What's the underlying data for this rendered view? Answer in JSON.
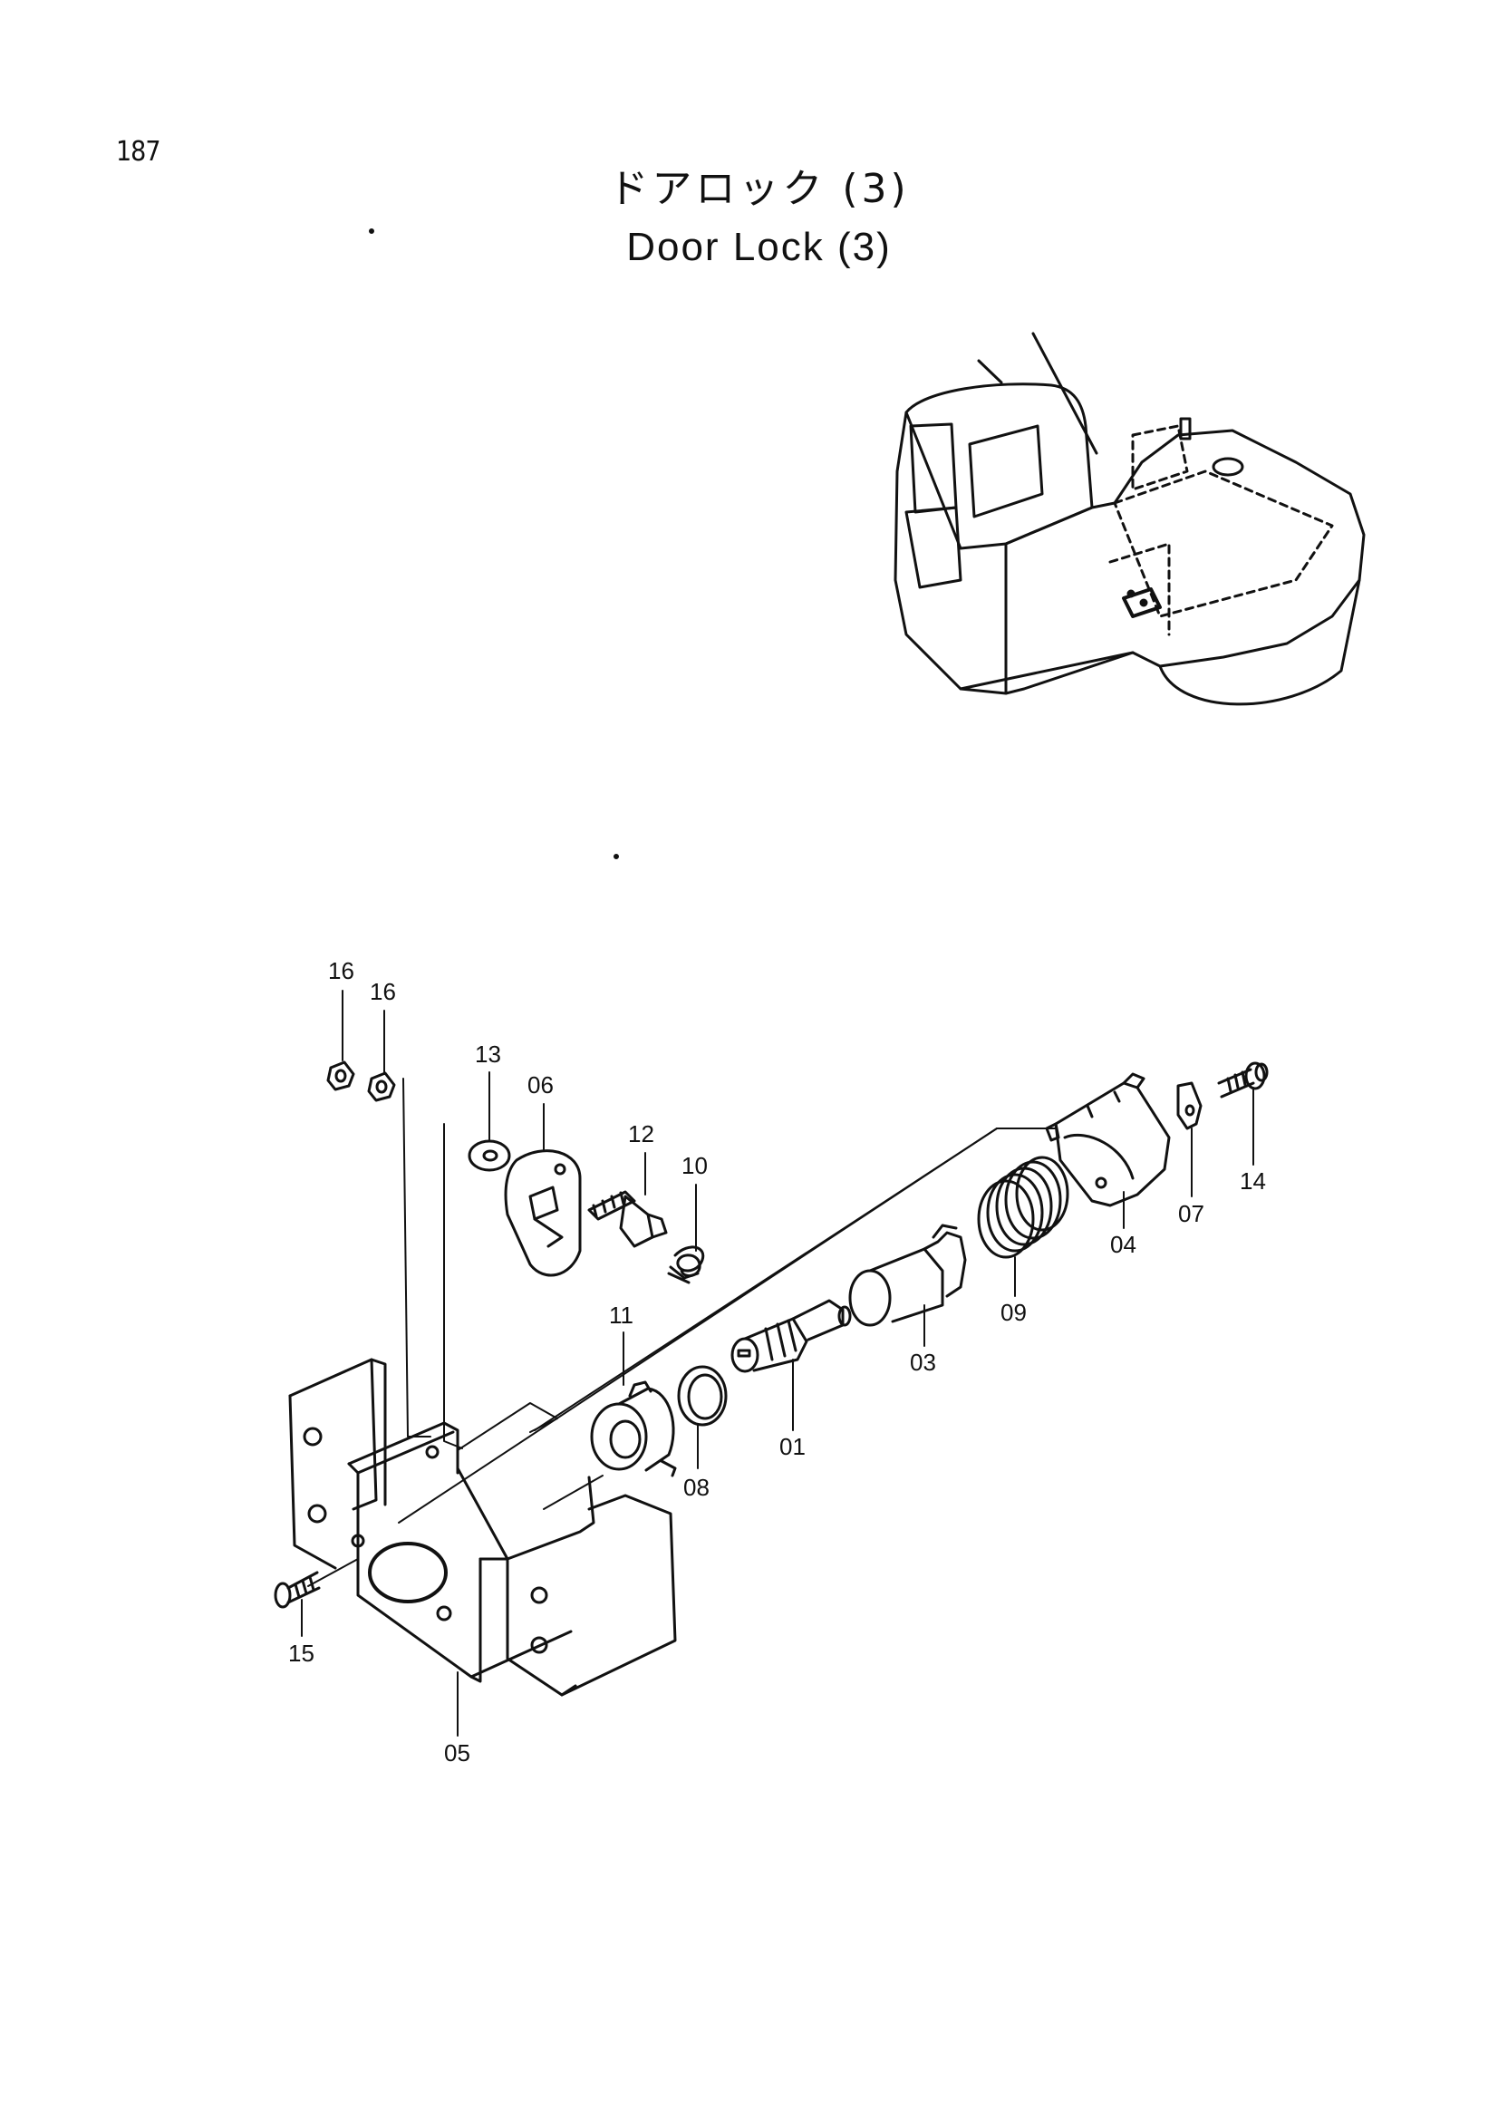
{
  "page": {
    "number": "187"
  },
  "title": {
    "japanese": "ドアロック (3)",
    "english": "Door Lock (3)"
  },
  "callouts": [
    {
      "id": "01",
      "text": "01"
    },
    {
      "id": "03",
      "text": "03"
    },
    {
      "id": "04",
      "text": "04"
    },
    {
      "id": "05",
      "text": "05"
    },
    {
      "id": "06",
      "text": "06"
    },
    {
      "id": "07",
      "text": "07"
    },
    {
      "id": "08",
      "text": "08"
    },
    {
      "id": "09",
      "text": "09"
    },
    {
      "id": "10",
      "text": "10"
    },
    {
      "id": "11",
      "text": "11"
    },
    {
      "id": "12",
      "text": "12"
    },
    {
      "id": "13",
      "text": "13"
    },
    {
      "id": "14",
      "text": "14"
    },
    {
      "id": "15",
      "text": "15"
    },
    {
      "id": "16a",
      "text": "16"
    },
    {
      "id": "16b",
      "text": "16"
    }
  ],
  "colors": {
    "ink": "#111111",
    "paper": "#ffffff"
  }
}
